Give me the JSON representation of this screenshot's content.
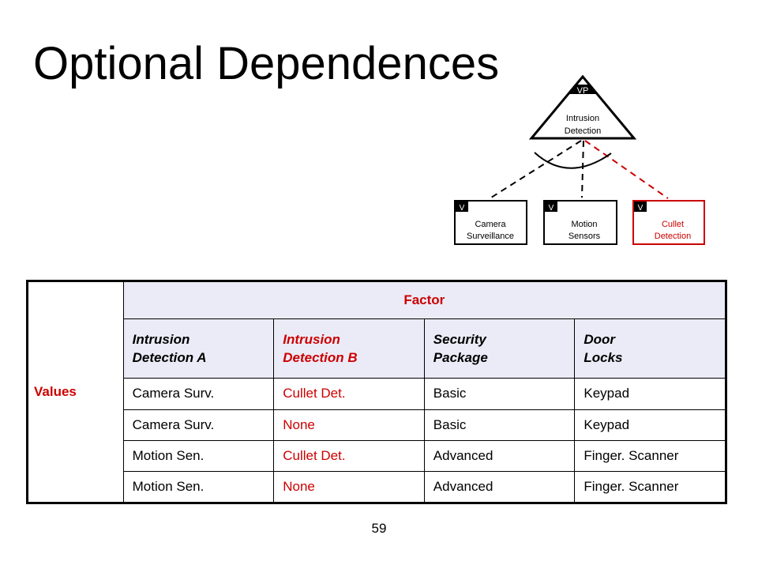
{
  "slide": {
    "title": "Optional Dependences",
    "page_number": "59"
  },
  "diagram": {
    "vp": {
      "tag": "VP",
      "line1": "Intrusion",
      "line2": "Detection"
    },
    "variants": [
      {
        "tag": "V",
        "line1": "Camera",
        "line2": "Surveillance",
        "color": "#000000"
      },
      {
        "tag": "V",
        "line1": "Motion",
        "line2": "Sensors",
        "color": "#000000"
      },
      {
        "tag": "V",
        "line1": "Cullet",
        "line2": "Detection",
        "color": "#cc0000"
      }
    ]
  },
  "table": {
    "values_label": "Values",
    "factor_label": "Factor",
    "columns": [
      {
        "line1": "Intrusion",
        "line2": "Detection A"
      },
      {
        "line1": "Intrusion",
        "line2": "Detection B"
      },
      {
        "line1": "Security",
        "line2": "Package"
      },
      {
        "line1": "Door",
        "line2": "Locks"
      }
    ],
    "rows": [
      [
        "Camera Surv.",
        "Cullet Det.",
        "Basic",
        "Keypad"
      ],
      [
        "Camera Surv.",
        "None",
        "Basic",
        "Keypad"
      ],
      [
        "Motion Sen.",
        "Cullet Det.",
        "Advanced",
        "Finger. Scanner"
      ],
      [
        "Motion Sen.",
        "None",
        "Advanced",
        "Finger. Scanner"
      ]
    ]
  },
  "colors": {
    "accent_red": "#cc0000",
    "header_fill": "#ebebf7"
  }
}
